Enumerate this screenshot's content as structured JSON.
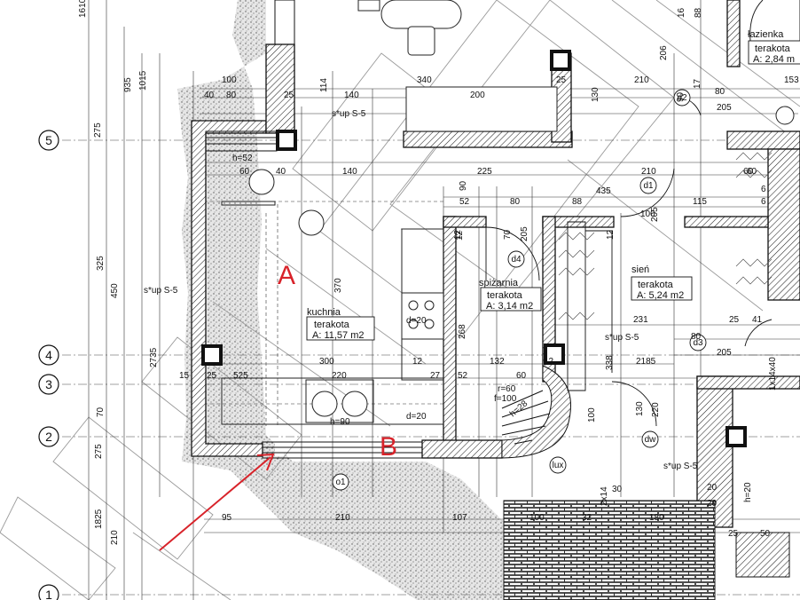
{
  "axes": [
    "5",
    "4",
    "3",
    "2",
    "1"
  ],
  "rooms": {
    "kitchen": {
      "name": "kuchnia",
      "floor": "terakota",
      "area": "A: 11,57 m2"
    },
    "pantry": {
      "name": "spiżarnia",
      "floor": "terakota",
      "area": "A: 3,14 m2"
    },
    "hall": {
      "name": "sień",
      "floor": "terakota",
      "area": "A: 5,24 m2"
    },
    "bathroom": {
      "name": "łazienka",
      "floor": "terakota",
      "area": "A: 2,84 m"
    }
  },
  "markers": {
    "a": "A",
    "b": "B"
  },
  "symbols": [
    "d1",
    "d2",
    "d3",
    "d4",
    "dw",
    "lux",
    "o1"
  ],
  "notes": {
    "column_a": "s*up S-5",
    "column_b": "s*up S-5",
    "column_c": "s*up S-5",
    "column_d": "s*up S-5",
    "h52": "h=52",
    "h90": "h=90",
    "h20": "h=20",
    "d20_a": "d=20",
    "d20_b": "d=20",
    "r60": "r=60",
    "f100": "f=100",
    "h28": "h=28",
    "slope": "2x14",
    "stair_30": "30",
    "beam": "1x14x40"
  },
  "dims": {
    "top_row": [
      "100",
      "40",
      "80",
      "25",
      "114",
      "140",
      "340",
      "200",
      "25",
      "130",
      "210",
      "90",
      "153"
    ],
    "row_mid": [
      "60",
      "40",
      "140",
      "225",
      "210",
      "90",
      "435",
      "52",
      "80",
      "88",
      "100",
      "205",
      "115",
      "60"
    ],
    "left_col": [
      "1610",
      "935",
      "1015",
      "275",
      "325",
      "450",
      "2735",
      "70",
      "275",
      "1825",
      "210"
    ],
    "kitchen": [
      "370",
      "300",
      "220",
      "12",
      "27",
      "52",
      "15",
      "25",
      "525"
    ],
    "pantry": [
      "12",
      "70",
      "205",
      "268",
      "132",
      "60",
      "12"
    ],
    "hall": [
      "231",
      "25",
      "41",
      "80",
      "205",
      "2185",
      "338",
      "130",
      "220",
      "100"
    ],
    "bottom": [
      "95",
      "210",
      "107",
      "100",
      "32",
      "180",
      "20",
      "20",
      "25",
      "50"
    ],
    "bath": [
      "206",
      "16",
      "88",
      "17",
      "80",
      "205",
      "60",
      "6",
      "6",
      "12",
      "12"
    ]
  }
}
